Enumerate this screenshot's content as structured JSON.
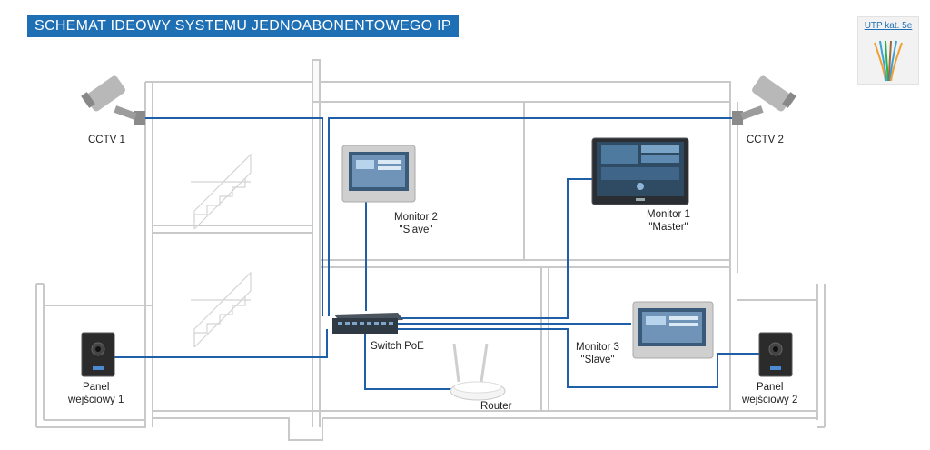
{
  "title": "SCHEMAT IDEOWY SYSTEMU JEDNOABONENTOWEGO IP",
  "legend": {
    "label": "UTP kat. 5e"
  },
  "colors": {
    "cable": "#1f5fa8",
    "title_bg": "#1f6fb5",
    "building": "#c9c9c9"
  },
  "devices": {
    "cctv1": {
      "label": "CCTV 1",
      "icon": "camera-icon"
    },
    "cctv2": {
      "label": "CCTV 2",
      "icon": "camera-icon"
    },
    "monitor1": {
      "line1": "Monitor 1",
      "line2": "\"Master\"",
      "icon": "monitor-icon"
    },
    "monitor2": {
      "line1": "Monitor 2",
      "line2": "\"Slave\"",
      "icon": "monitor-icon"
    },
    "monitor3": {
      "line1": "Monitor 3",
      "line2": "\"Slave\"",
      "icon": "monitor-icon"
    },
    "switch": {
      "label": "Switch PoE",
      "icon": "switch-icon"
    },
    "router": {
      "label": "Router",
      "icon": "router-icon"
    },
    "panel1": {
      "line1": "Panel",
      "line2": "wejściowy 1",
      "icon": "door-panel-icon"
    },
    "panel2": {
      "line1": "Panel",
      "line2": "wejściowy 2",
      "icon": "door-panel-icon"
    }
  }
}
